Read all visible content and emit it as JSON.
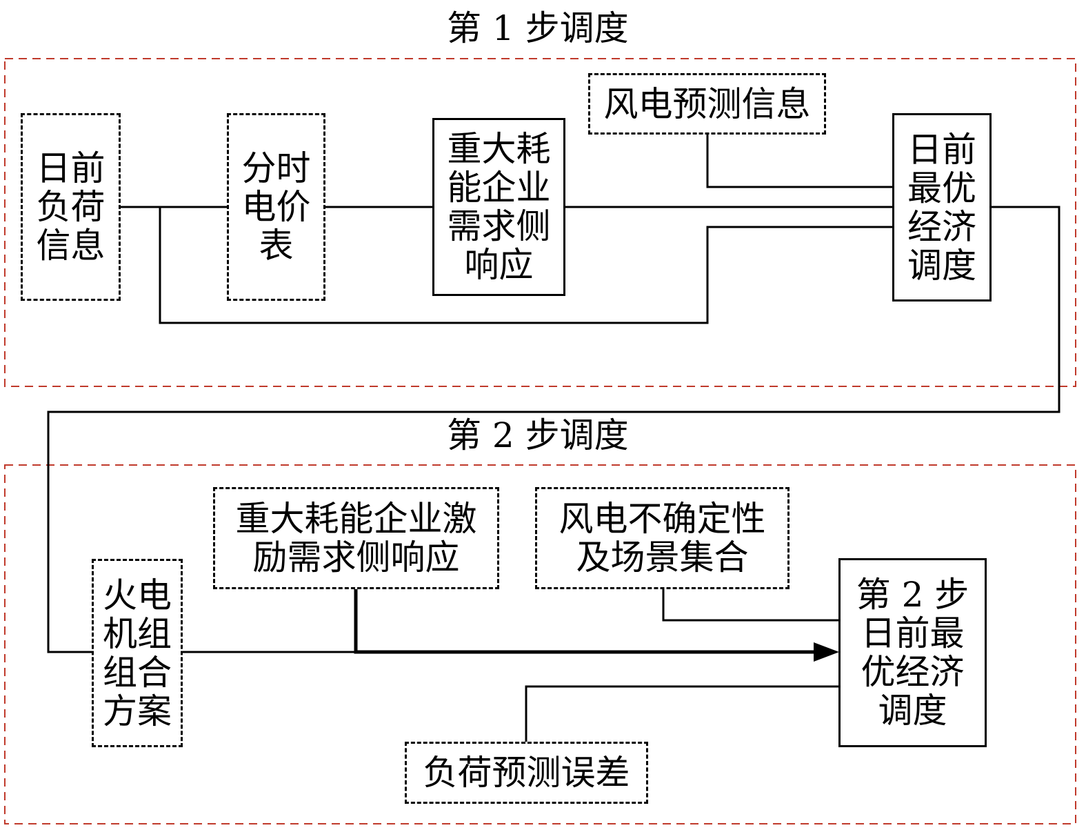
{
  "stage1": {
    "title": "第 1 步调度",
    "day_ahead_load": [
      "日前",
      "负荷",
      "信息"
    ],
    "tou_price": [
      "分时",
      "电价",
      "表"
    ],
    "dr_box": [
      "重大耗",
      "能企业",
      "需求侧",
      "响应"
    ],
    "wind_forecast": "风电预测信息",
    "optimal_dispatch": [
      "日前",
      "最优",
      "经济",
      "调度"
    ]
  },
  "stage2": {
    "title": "第 2 步调度",
    "unit_commitment": [
      "火电",
      "机组",
      "组合",
      "方案"
    ],
    "incentive_dr": [
      "重大耗能企业激",
      "励需求侧响应"
    ],
    "wind_uncertainty": [
      "风电不确定性",
      "及场景集合"
    ],
    "load_error": "负荷预测误差",
    "optimal_dispatch": [
      "第 2 步",
      "日前最",
      "优经济",
      "调度"
    ]
  },
  "colors": {
    "region_border": "#c0392b",
    "line": "#000000"
  }
}
